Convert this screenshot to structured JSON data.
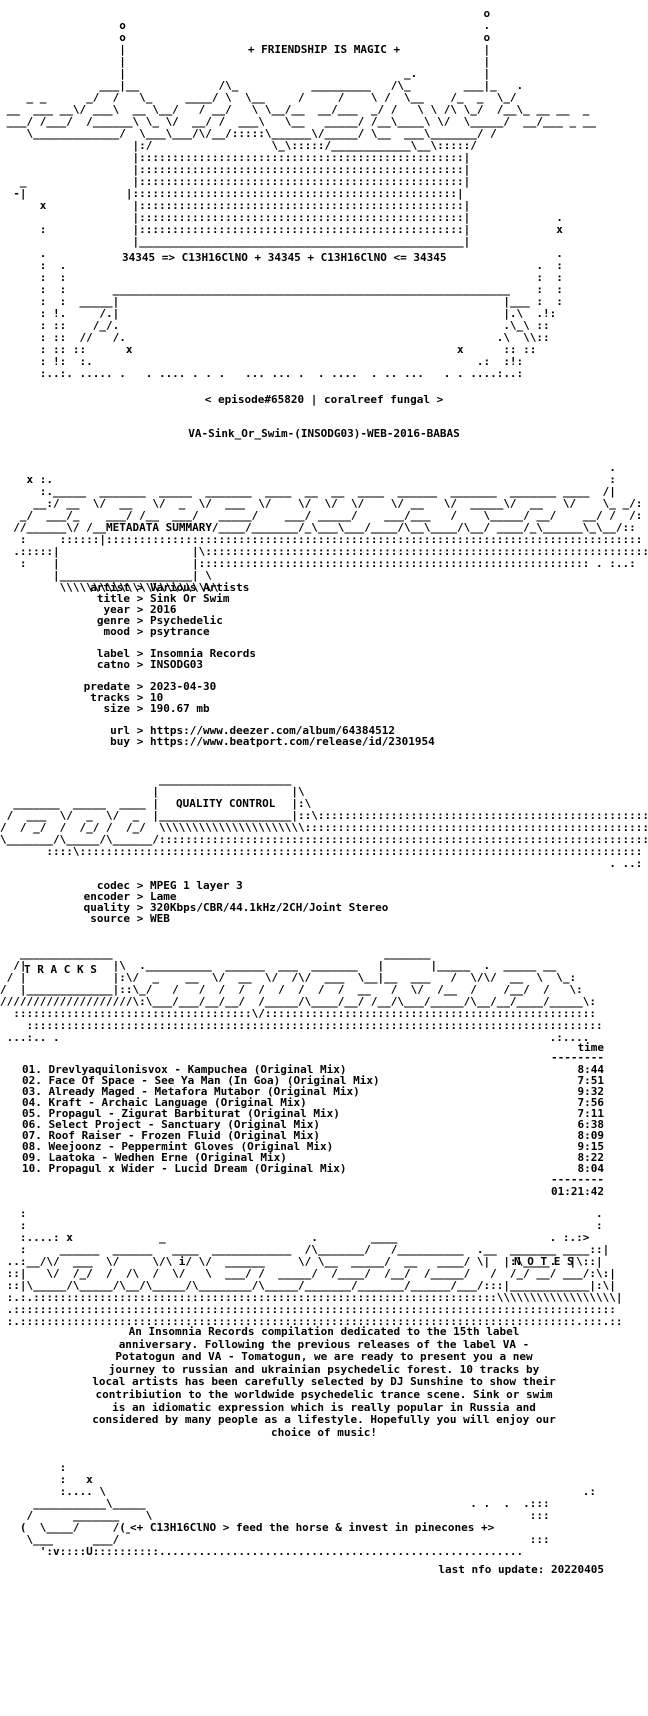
{
  "header": {
    "motto": "+ FRIENDSHIP IS MAGIC +",
    "formula": "34345 => C13H16ClNO + 34345 + C13H16ClNO <= 34345",
    "episode": "< episode#65820 | coralreef fungal >",
    "release_name": "VA-Sink_Or_Swim-(INSODG03)-WEB-2016-BABAS"
  },
  "metadata": {
    "section_label": "METADATA SUMMARY",
    "artist_key": "artist",
    "artist": "Various Artists",
    "title_key": "title",
    "title": "Sink Or Swim",
    "year_key": "year",
    "year": "2016",
    "genre_key": "genre",
    "genre": "Psychedelic",
    "mood_key": "mood",
    "mood": "psytrance",
    "label_key": "label",
    "label": "Insomnia Records",
    "catno_key": "catno",
    "catno": "INSODG03",
    "predate_key": "predate",
    "predate": "2023-04-30",
    "tracks_key": "tracks",
    "tracks": "10",
    "size_key": "size",
    "size": "190.67 mb",
    "url_key": "url",
    "url": "https://www.deezer.com/album/64384512",
    "buy_key": "buy",
    "buy": "https://www.beatport.com/release/id/2301954"
  },
  "quality": {
    "section_label": "QUALITY CONTROL",
    "codec_key": "codec",
    "codec": "MPEG 1 layer 3",
    "encoder_key": "encoder",
    "encoder": "Lame",
    "quality_key": "quality",
    "quality": "320Kbps/CBR/44.1kHz/2CH/Joint Stereo",
    "source_key": "source",
    "source": "WEB"
  },
  "tracklist": {
    "section_label": "T R A C K S",
    "time_header": "time",
    "items": [
      {
        "title": "01. Drevlyaquilonisvox - Kampuchea (Original Mix)",
        "time": "8:44"
      },
      {
        "title": "02. Face Of Space - See Ya Man (In Goa) (Original Mix)",
        "time": "7:51"
      },
      {
        "title": "03. Already Maged - Metafora Mutabor (Original Mix)",
        "time": "9:32"
      },
      {
        "title": "04. Kraft - Archaic Language (Original Mix)",
        "time": "7:56"
      },
      {
        "title": "05. Propagul - Zigurat Barbiturat (Original Mix)",
        "time": "7:11"
      },
      {
        "title": "06. Select Project - Sanctuary (Original Mix)",
        "time": "6:38"
      },
      {
        "title": "07. Roof Raiser - Frozen Fluid (Original Mix)",
        "time": "8:09"
      },
      {
        "title": "08. Weejoonz - Peppermint Gloves (Original Mix)",
        "time": "9:15"
      },
      {
        "title": "09. Laatoka - Wedhen Erne (Original Mix)",
        "time": "8:22"
      },
      {
        "title": "10. Propagul x Wider - Lucid Dream (Original Mix)",
        "time": "8:04"
      }
    ],
    "total": "01:21:42"
  },
  "notes": {
    "section_label": "N O T E S",
    "text": "An Insomnia Records compilation dedicated to the 15th label\nanniversary. Following the previous releases of the label VA -\nPotatogun and VA - Tomatogun, we are ready to present you a new\njourney to russian and ukrainian psychedelic forest. 10 tracks by\nlocal artists has been carefully selected by DJ Sunshine to show their\ncontribiution to the worldwide psychedelic trance scene. Sink or swim\nis an idiomatic expression which is really popular in Russia and\nconsidered by many people as a lifestyle. Hopefully you will enjoy our\nchoice of music!"
  },
  "footer": {
    "tagline": "<+ C13H16ClNO > feed the horse & invest in pinecones +>",
    "last_update": "last nfo update: 20220405"
  }
}
